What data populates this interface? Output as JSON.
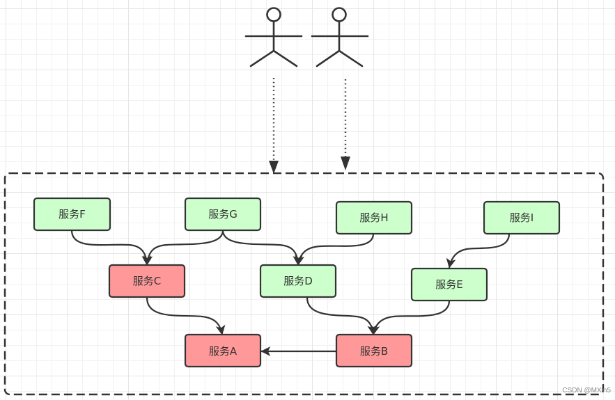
{
  "diagram": {
    "title": "",
    "colors": {
      "core_fill": "#ff9999",
      "leaf_fill": "#ccffcc",
      "stroke": "#333333"
    },
    "actors": [
      {
        "id": "user-1",
        "label": ""
      },
      {
        "id": "user-2",
        "label": ""
      }
    ],
    "boundary": {
      "label": "",
      "style": "dashed"
    },
    "nodes": [
      {
        "id": "F",
        "label": "服务F",
        "type": "leaf"
      },
      {
        "id": "G",
        "label": "服务G",
        "type": "leaf"
      },
      {
        "id": "H",
        "label": "服务H",
        "type": "leaf"
      },
      {
        "id": "I",
        "label": "服务I",
        "type": "leaf"
      },
      {
        "id": "C",
        "label": "服务C",
        "type": "core"
      },
      {
        "id": "D",
        "label": "服务D",
        "type": "leaf"
      },
      {
        "id": "E",
        "label": "服务E",
        "type": "leaf"
      },
      {
        "id": "A",
        "label": "服务A",
        "type": "core"
      },
      {
        "id": "B",
        "label": "服务B",
        "type": "core"
      }
    ],
    "edges": [
      {
        "from": "user-1",
        "to": "boundary",
        "style": "dotted"
      },
      {
        "from": "user-2",
        "to": "boundary",
        "style": "dotted"
      },
      {
        "from": "F",
        "to": "C",
        "style": "solid"
      },
      {
        "from": "G",
        "to": "C",
        "style": "solid"
      },
      {
        "from": "G",
        "to": "D",
        "style": "solid"
      },
      {
        "from": "H",
        "to": "D",
        "style": "solid"
      },
      {
        "from": "I",
        "to": "E",
        "style": "solid"
      },
      {
        "from": "C",
        "to": "A",
        "style": "solid"
      },
      {
        "from": "D",
        "to": "B",
        "style": "solid"
      },
      {
        "from": "E",
        "to": "B",
        "style": "solid"
      },
      {
        "from": "B",
        "to": "A",
        "style": "solid"
      }
    ]
  },
  "watermark": "CSDN @MXin5"
}
